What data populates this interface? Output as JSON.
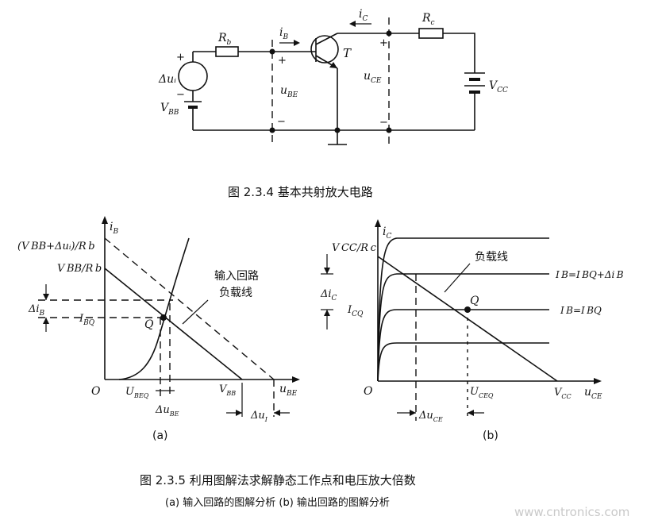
{
  "circuit": {
    "delta_u_i": "Δuᵢ",
    "plus_a": "+",
    "minus_a": "−",
    "v_bb": "V",
    "v_bb_sub": "BB",
    "r_b": "R",
    "r_b_sub": "b",
    "i_b": "i",
    "i_b_sub": "B",
    "u_be": "u",
    "u_be_sub": "BE",
    "plus_be": "+",
    "minus_be": "−",
    "t_label": "T",
    "i_c": "i",
    "i_c_sub": "C",
    "r_c": "R",
    "r_c_sub": "c",
    "u_ce": "u",
    "u_ce_sub": "CE",
    "plus_ce": "+",
    "minus_ce": "−",
    "v_cc": "V",
    "v_cc_sub": "CC"
  },
  "figure_234_caption": "图 2.3.4   基本共射放大电路",
  "graph_a": {
    "y_axis": "i",
    "y_axis_sub": "B",
    "x_axis": "u",
    "x_axis_sub": "BE",
    "origin": "O",
    "label_top": "(V",
    "label_top_full": "(V BB+Δuᵢ)/R b",
    "label_mid": "V BB/R b",
    "delta_ib": "Δi",
    "delta_ib_sub": "B",
    "ibq": "I",
    "ibq_sub": "BQ",
    "q": "Q",
    "ubeq": "U",
    "ubeq_sub": "BEQ",
    "vbb": "V",
    "vbb_sub": "BB",
    "delta_ube": "Δu",
    "delta_ube_sub": "BE",
    "delta_ui": "Δu",
    "delta_ui_sub": "I",
    "annotation_line1": "输入回路",
    "annotation_line2": "负载线",
    "panel": "(a)"
  },
  "graph_b": {
    "y_axis": "i",
    "y_axis_sub": "C",
    "x_axis": "u",
    "x_axis_sub": "CE",
    "origin": "O",
    "vcc_rc": "V CC/R c",
    "delta_ic": "Δi",
    "delta_ic_sub": "C",
    "icq": "I",
    "icq_sub": "CQ",
    "q": "Q",
    "load_line": "负载线",
    "ib_curve_top": "I B=I BQ+Δi B",
    "ib_curve_mid": "I B=I BQ",
    "uceq": "U",
    "uceq_sub": "CEQ",
    "vcc": "V",
    "vcc_sub": "CC",
    "delta_uce": "Δu",
    "delta_uce_sub": "CE",
    "panel": "(b)"
  },
  "figure_235_caption": "图 2.3.5   利用图解法求解静态工作点和电压放大倍数",
  "figure_235_subcaption": "(a) 输入回路的图解分析   (b) 输出回路的图解分析",
  "watermark": "www.cntronics.com"
}
